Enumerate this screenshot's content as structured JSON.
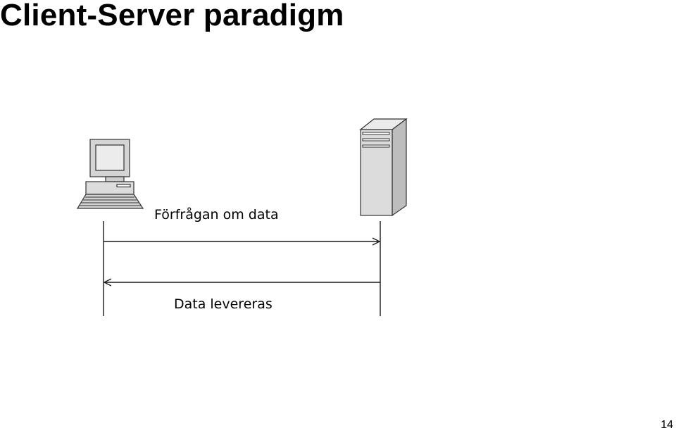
{
  "slide": {
    "title": "Client-Server paradigm",
    "page_number": "14"
  },
  "diagram": {
    "participants": [
      {
        "id": "client",
        "icon": "desktop-computer-icon"
      },
      {
        "id": "server",
        "icon": "server-tower-icon"
      }
    ],
    "messages": [
      {
        "from": "client",
        "to": "server",
        "label": "Förfrågan om data"
      },
      {
        "from": "server",
        "to": "client",
        "label": "Data levereras"
      }
    ]
  },
  "colors": {
    "line": "#1a1a1a",
    "icon_fill": "#d9d9d9",
    "icon_stroke": "#333333"
  }
}
